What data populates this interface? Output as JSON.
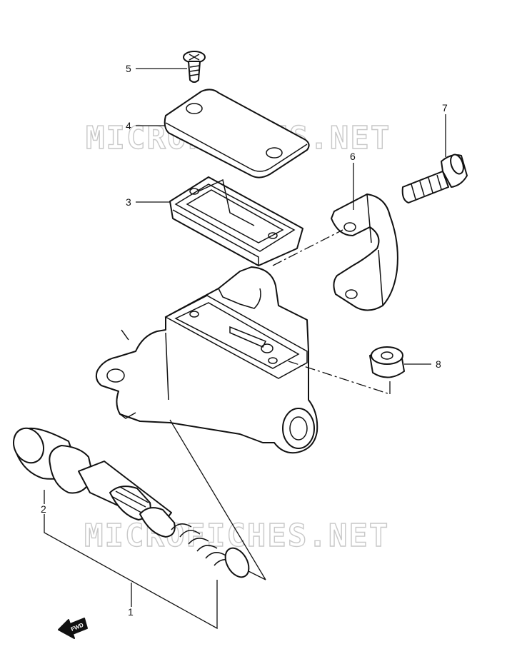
{
  "watermark": "MICROFICHES.NET",
  "callouts": [
    "1",
    "2",
    "3",
    "4",
    "5",
    "6",
    "7",
    "8"
  ],
  "fwd_label": "FWD"
}
